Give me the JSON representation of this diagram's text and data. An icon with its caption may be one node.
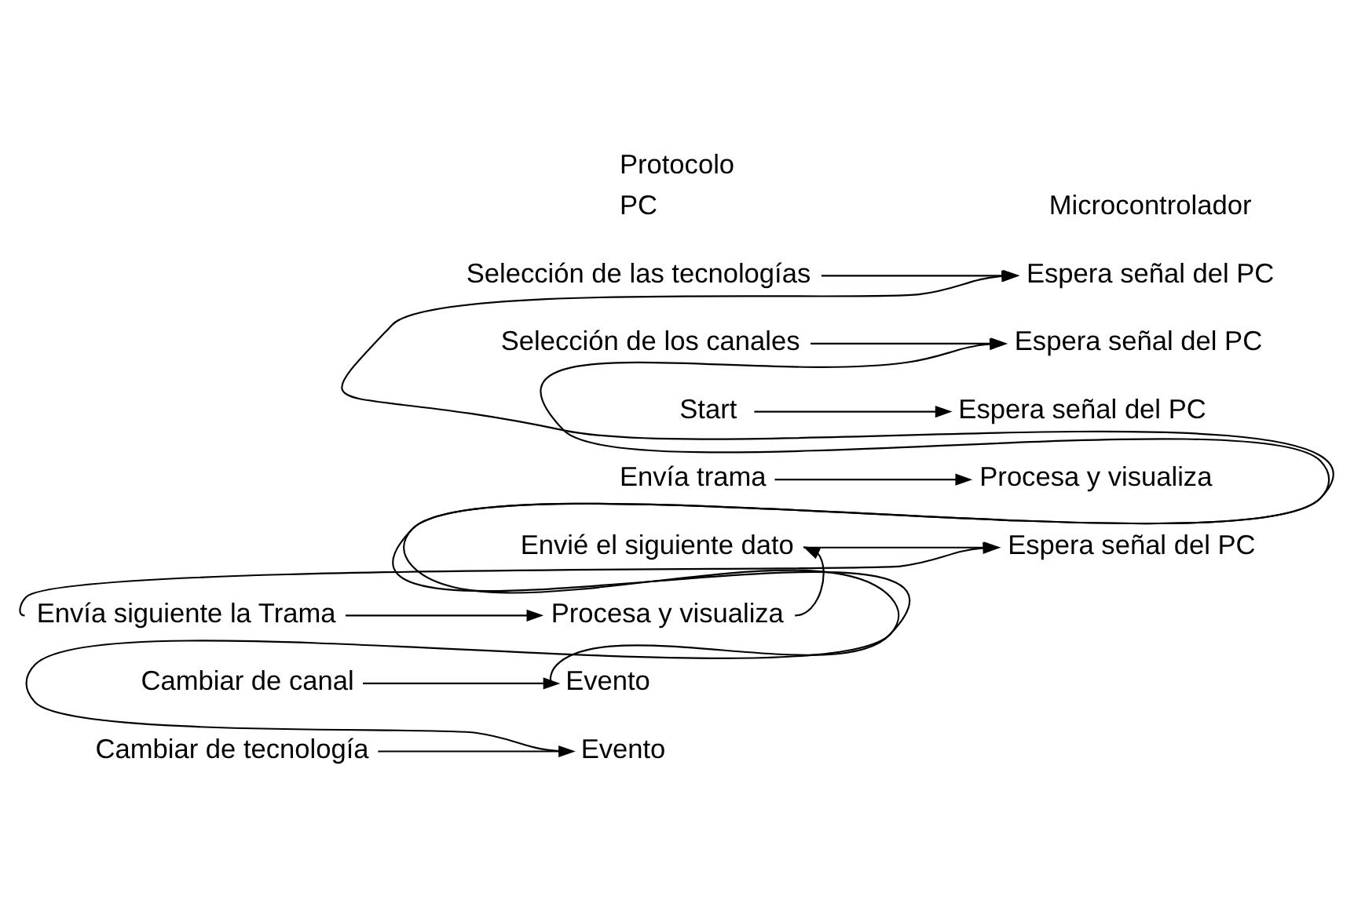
{
  "diagram": {
    "title": "Protocolo",
    "nodes": [
      {
        "text": [
          "Espera señal del PC"
        ]
      },
      {
        "text": [
          "Selección de las tecnologías"
        ]
      },
      {
        "text": [
          "Espera señal del PC"
        ]
      },
      {
        "text": [
          "Selección de los canales"
        ]
      },
      {
        "text": [
          "Espera señal del PC"
        ]
      },
      {
        "text": [
          "Start"
        ]
      },
      {
        "text": [
          "Envía trama"
        ]
      },
      {
        "text": [
          "Procesa y visualiza"
        ]
      },
      {
        "text": [
          "Espera señal del PC"
        ]
      },
      {
        "text": [
          "Envié el siguiente dato"
        ]
      },
      {
        "text": [
          "Envía siguiente la Trama"
        ]
      },
      {
        "text": [
          "Procesa y visualiza"
        ]
      },
      {
        "text": [
          "Evento"
        ]
      },
      {
        "text": [
          "Cambiar de canal"
        ]
      },
      {
        "text": [
          "Evento"
        ]
      },
      {
        "text": [
          "Cambiar de tecnología"
        ]
      }
    ],
    "edges": [
      {
        "from": 1,
        "to": 0,
        "arrow": "to"
      },
      {
        "from": 3,
        "to": 2,
        "arrow": "to"
      },
      {
        "from": 5,
        "to": 4,
        "arrow": "to"
      },
      {
        "from": 6,
        "to": 7,
        "arrow": "to"
      },
      {
        "from": 9,
        "to": 8,
        "arrow": "to"
      },
      {
        "from": 10,
        "to": 11,
        "arrow": "to"
      },
      {
        "from": 13,
        "to": 12,
        "arrow": "to"
      },
      {
        "from": 15,
        "to": 14,
        "arrow": "to"
      },
      {
        "from": 10,
        "to": 8,
        "arrow": "to"
      },
      {
        "from": 12,
        "to": 2,
        "arrow": "to"
      },
      {
        "from": 14,
        "to": 0,
        "arrow": "to"
      },
      {
        "from": 11,
        "to": 9,
        "arrow": "to"
      }
    ],
    "labels": [
      "Microcontrolador",
      "PC"
    ]
  }
}
